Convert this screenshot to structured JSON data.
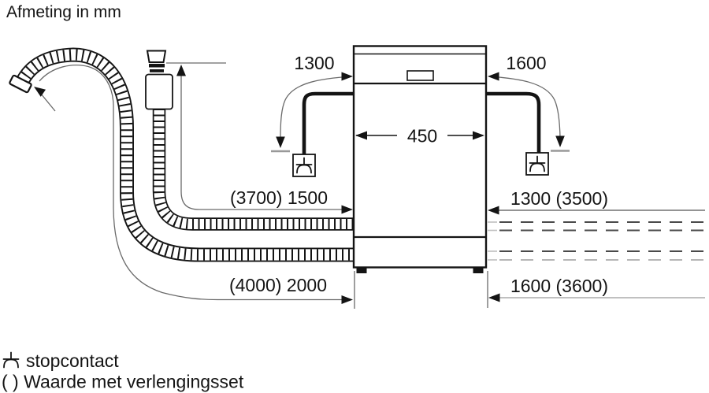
{
  "title": "Afmeting in mm",
  "dims": {
    "top_left": "1300",
    "top_right": "1600",
    "appliance_width": "450",
    "mid_left": "(3700) 1500",
    "mid_right": "1300 (3500)",
    "bottom_left": "(4000) 2000",
    "bottom_right": "1600 (3600)"
  },
  "legend": {
    "socket_icon": "socket-icon",
    "socket_label": "stopcontact",
    "note": "( ) Waarde met verlengingsset"
  },
  "colors": {
    "line": "#141414",
    "dim_line": "#6a6a6a",
    "light_line": "#b5b5b5",
    "background": "#ffffff"
  }
}
